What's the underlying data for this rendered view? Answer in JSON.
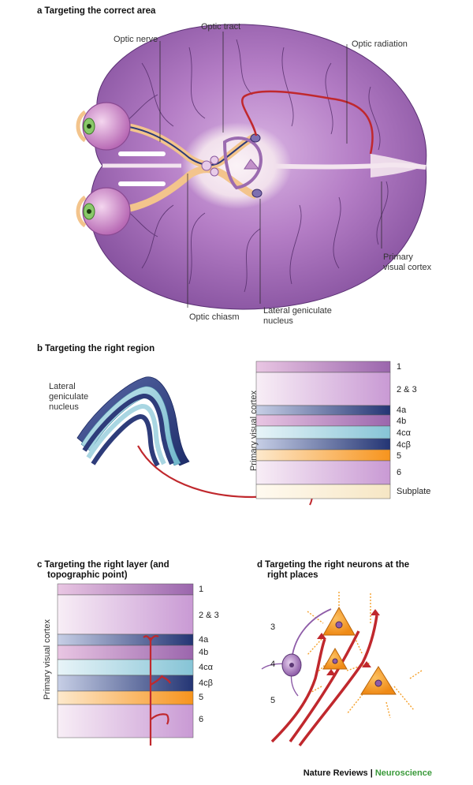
{
  "panel_a": {
    "letter": "a",
    "title": "Targeting the correct area",
    "labels": {
      "optic_tract": "Optic tract",
      "optic_nerve": "Optic nerve",
      "optic_radiation": "Optic radiation",
      "primary_visual_cortex_l1": "Primary",
      "primary_visual_cortex_l2": "visual cortex",
      "optic_chiasm": "Optic chiasm",
      "lgn_l1": "Lateral geniculate",
      "lgn_l2": "nucleus"
    }
  },
  "panel_b": {
    "letter": "b",
    "title": "Targeting the right region",
    "lgn_l1": "Lateral",
    "lgn_l2": "geniculate",
    "lgn_l3": "nucleus",
    "vertical_label": "Primary visual cortex",
    "layers": [
      "1",
      "2 & 3",
      "4a",
      "4b",
      "4cα",
      "4cβ",
      "5",
      "6",
      "Subplate"
    ]
  },
  "panel_c": {
    "letter": "c",
    "title_l1": "Targeting the right layer (and",
    "title_l2": "topographic point)",
    "vertical_label": "Primary visual cortex",
    "layers": [
      "1",
      "2 & 3",
      "4a",
      "4b",
      "4cα",
      "4cβ",
      "5",
      "6"
    ]
  },
  "panel_d": {
    "letter": "d",
    "title_l1": "Targeting the right neurons at the",
    "title_l2": "right places",
    "layer_numbers": [
      "3",
      "4",
      "5"
    ]
  },
  "footer": {
    "journal": "Nature Reviews",
    "separator": " | ",
    "section": "Neuroscience"
  },
  "colors": {
    "brain_purple": "#9b5fb0",
    "axon_red": "#c0282d",
    "optic_nerve_tan": "#f0c28a",
    "layer_dark_blue": "#2f3f7e",
    "layer_light_blue": "#a8d5e0",
    "layer_orange": "#f79a2c",
    "neuron_orange": "#f5a02a"
  }
}
